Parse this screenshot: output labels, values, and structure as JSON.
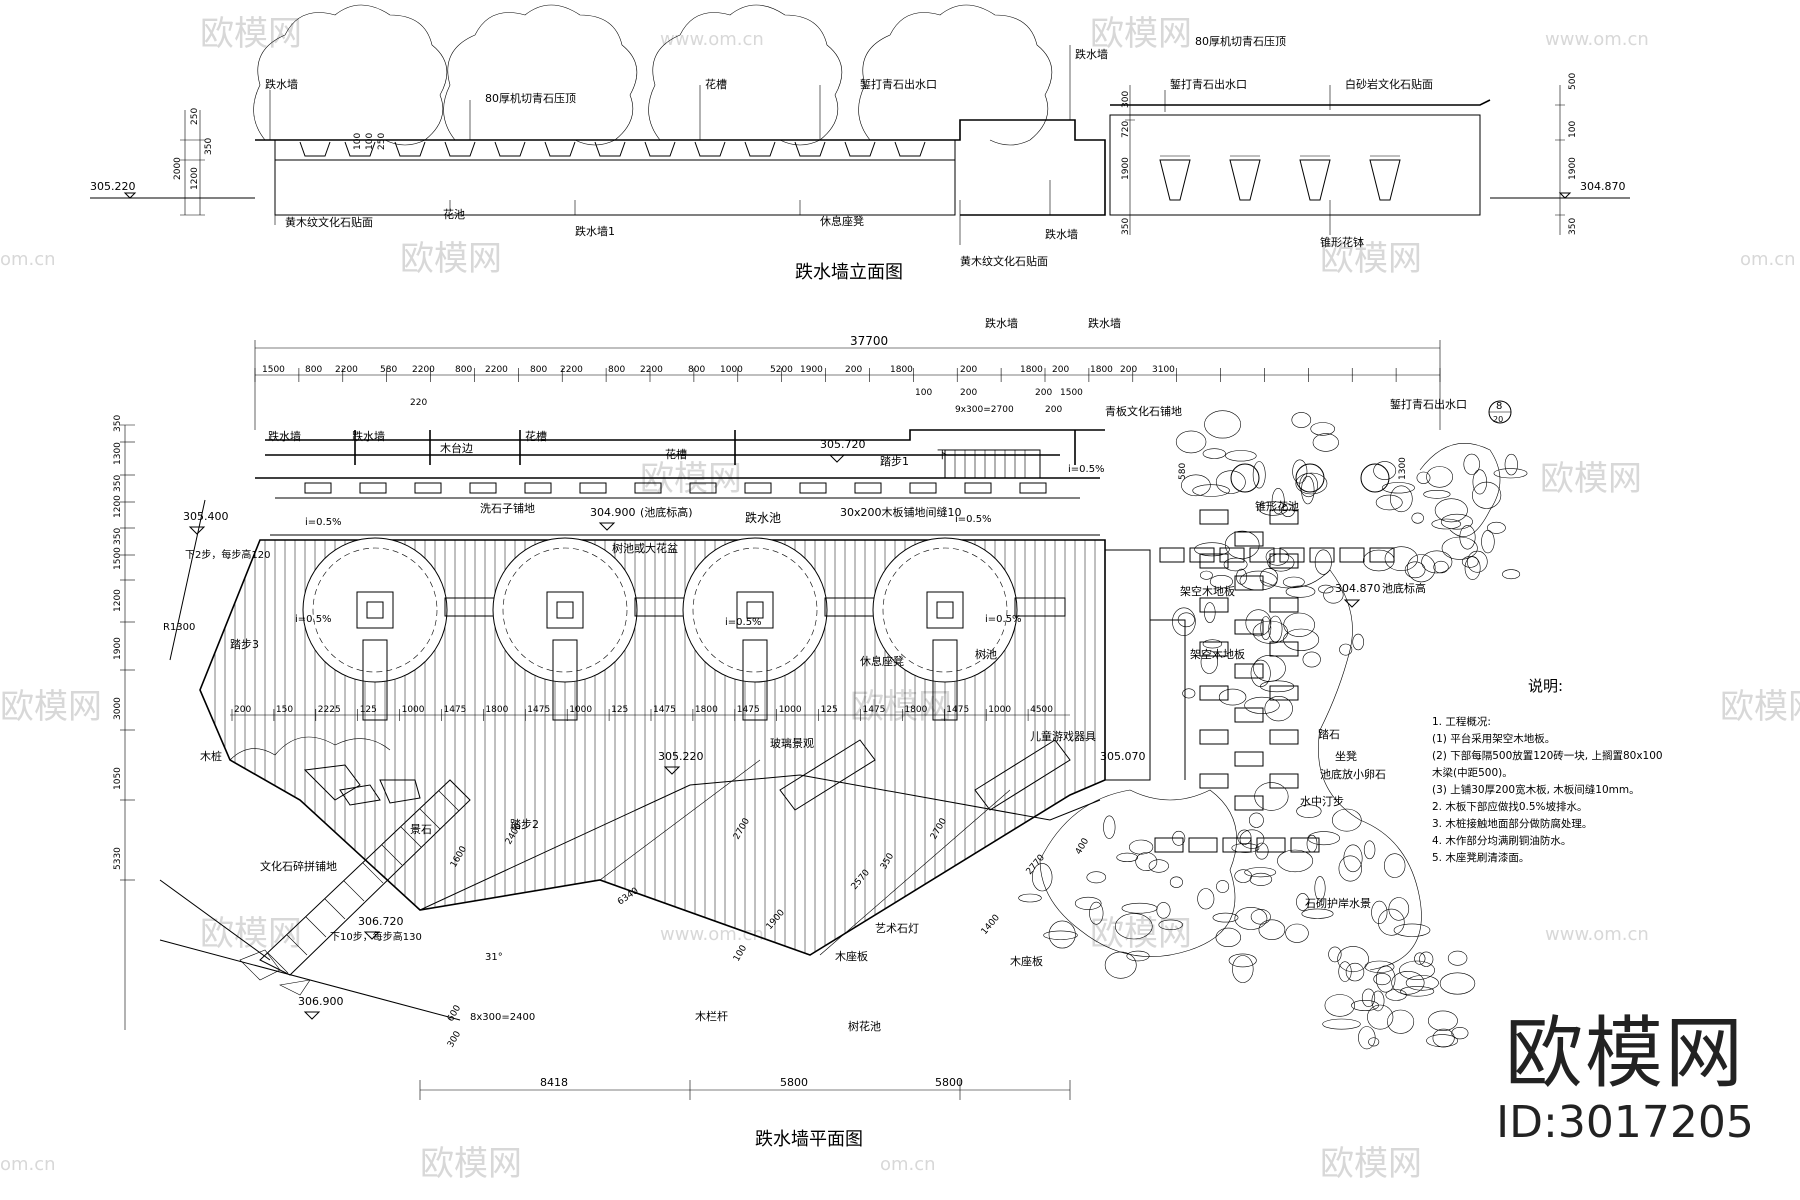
{
  "watermark": {
    "brand": "欧模网",
    "domain": "om.cn",
    "www": "www.om.cn",
    "id_label": "ID:3017205"
  },
  "elevation": {
    "title": "跌水墙立面图",
    "labels": {
      "l1": "跌水墙",
      "l2": "80厚机切青石压顶",
      "l3": "花槽",
      "l4": "錾打青石出水口",
      "l5": "跌水墙",
      "l6": "80厚机切青石压顶",
      "l7": "錾打青石出水口",
      "l8": "白砂岩文化石贴面",
      "l9": "黄木纹文化石贴面",
      "l10": "花池",
      "l11": "跌水墙1",
      "l12": "休息座凳",
      "l13": "跌水墙",
      "l14": "黄木纹文化石贴面",
      "l15": "锥形花钵"
    },
    "elev_left": "305.220",
    "elev_right": "304.870",
    "dims_left": [
      "250",
      "350",
      "2000",
      "1200"
    ],
    "dims_mid": [
      "100",
      "100",
      "250"
    ],
    "dims_right": [
      "300",
      "720",
      "1900",
      "350"
    ],
    "dims_right2": [
      "500",
      "100",
      "1900",
      "350"
    ]
  },
  "plan": {
    "title": "跌水墙平面图",
    "total": "37700",
    "top_dims": [
      "1500",
      "800",
      "2200",
      "580",
      "2200",
      "800",
      "2200",
      "800",
      "2200",
      "800",
      "2200",
      "800",
      "1000",
      "5200",
      "1900",
      "200",
      "1800",
      "200",
      "1800",
      "200",
      "1800",
      "200",
      "3100"
    ],
    "sub_dims": [
      "220",
      "100",
      "200",
      "200",
      "1500",
      "9x300=2700",
      "200"
    ],
    "left_dims": [
      "350",
      "1300",
      "350",
      "1200",
      "350",
      "1500",
      "1200",
      "1900",
      "3000",
      "1050",
      "5330"
    ],
    "row_dims": [
      "200",
      "150",
      "2225",
      "125",
      "1000",
      "1475",
      "1800",
      "1475",
      "1000",
      "125",
      "1475",
      "1800",
      "1475",
      "1000",
      "125",
      "1475",
      "1800",
      "1475",
      "1000",
      "4500"
    ],
    "bottom_dims": [
      "8418",
      "5800",
      "5800"
    ],
    "labels": {
      "a1": "跌水墙",
      "a2": "跌水墙",
      "a3": "木台边",
      "a4": "花槽",
      "a5": "花槽",
      "a6": "跌水墙",
      "a7": "跌水墙",
      "a8": "青板文化石铺地",
      "a9": "錾打青石出水口",
      "a10": "踏步1",
      "a11": "下",
      "a12": "i=0.5%",
      "a13": "洗石子铺地",
      "a14": "(池底标高)",
      "a15": "跌水池",
      "a16": "30x200木板铺地间缝10",
      "a17": "锥形花池",
      "a18": "下2步，每步高120",
      "a19": "踏步3",
      "a20": "R1300",
      "a21": "树池或大花盆",
      "a22": "休息座凳",
      "a23": "树池",
      "a24": "木桩",
      "a25": "景石",
      "a26": "踏步2",
      "a27": "玻璃景观",
      "a28": "儿童游戏器具",
      "a29": "文化石碎拼铺地",
      "a30": "下10步，每步高130",
      "a31": "木栏杆",
      "a32": "艺术石灯",
      "a33": "木座板",
      "a34": "木座板",
      "a35": "树花池",
      "a36": "架空木地板",
      "a37": "架空木地板",
      "a38": "池底标高",
      "a39": "池底放小卵石",
      "a40": "踏石",
      "a41": "水中汀步",
      "a42": "石砌护岸水景",
      "a43": "i=0.5%",
      "a44": "i=0.5%",
      "a45": "i=0.5%",
      "a46": "i=0.5%",
      "a47": "i=0.5%",
      "a48": "31°",
      "a49": "8x300=2400",
      "a50": "坐凳"
    },
    "elevations": [
      "305.720",
      "305.400",
      "304.900",
      "305.220",
      "306.720",
      "306.900",
      "304.870",
      "305.070"
    ],
    "diag_dims": [
      "1600",
      "2400",
      "6340",
      "1900",
      "2570",
      "2770",
      "1400",
      "2700",
      "2700",
      "100",
      "600",
      "300",
      "350",
      "400"
    ],
    "section_mark": {
      "num": "8",
      "sheet": "20"
    }
  },
  "notes": {
    "heading": "说明:",
    "items": [
      "1. 工程概况:",
      "  (1) 平台采用架空木地板。",
      "  (2) 下部每隔500放置120砖一块, 上搁置80x100木梁(中距500)。",
      "  (3) 上铺30厚200宽木板, 木板间缝10mm。",
      "2. 木板下部应做找0.5%坡排水。",
      "3. 木桩接触地面部分做防腐处理。",
      "4. 木作部分均满刷铜油防水。",
      "5. 木座凳刷清漆面。"
    ]
  }
}
